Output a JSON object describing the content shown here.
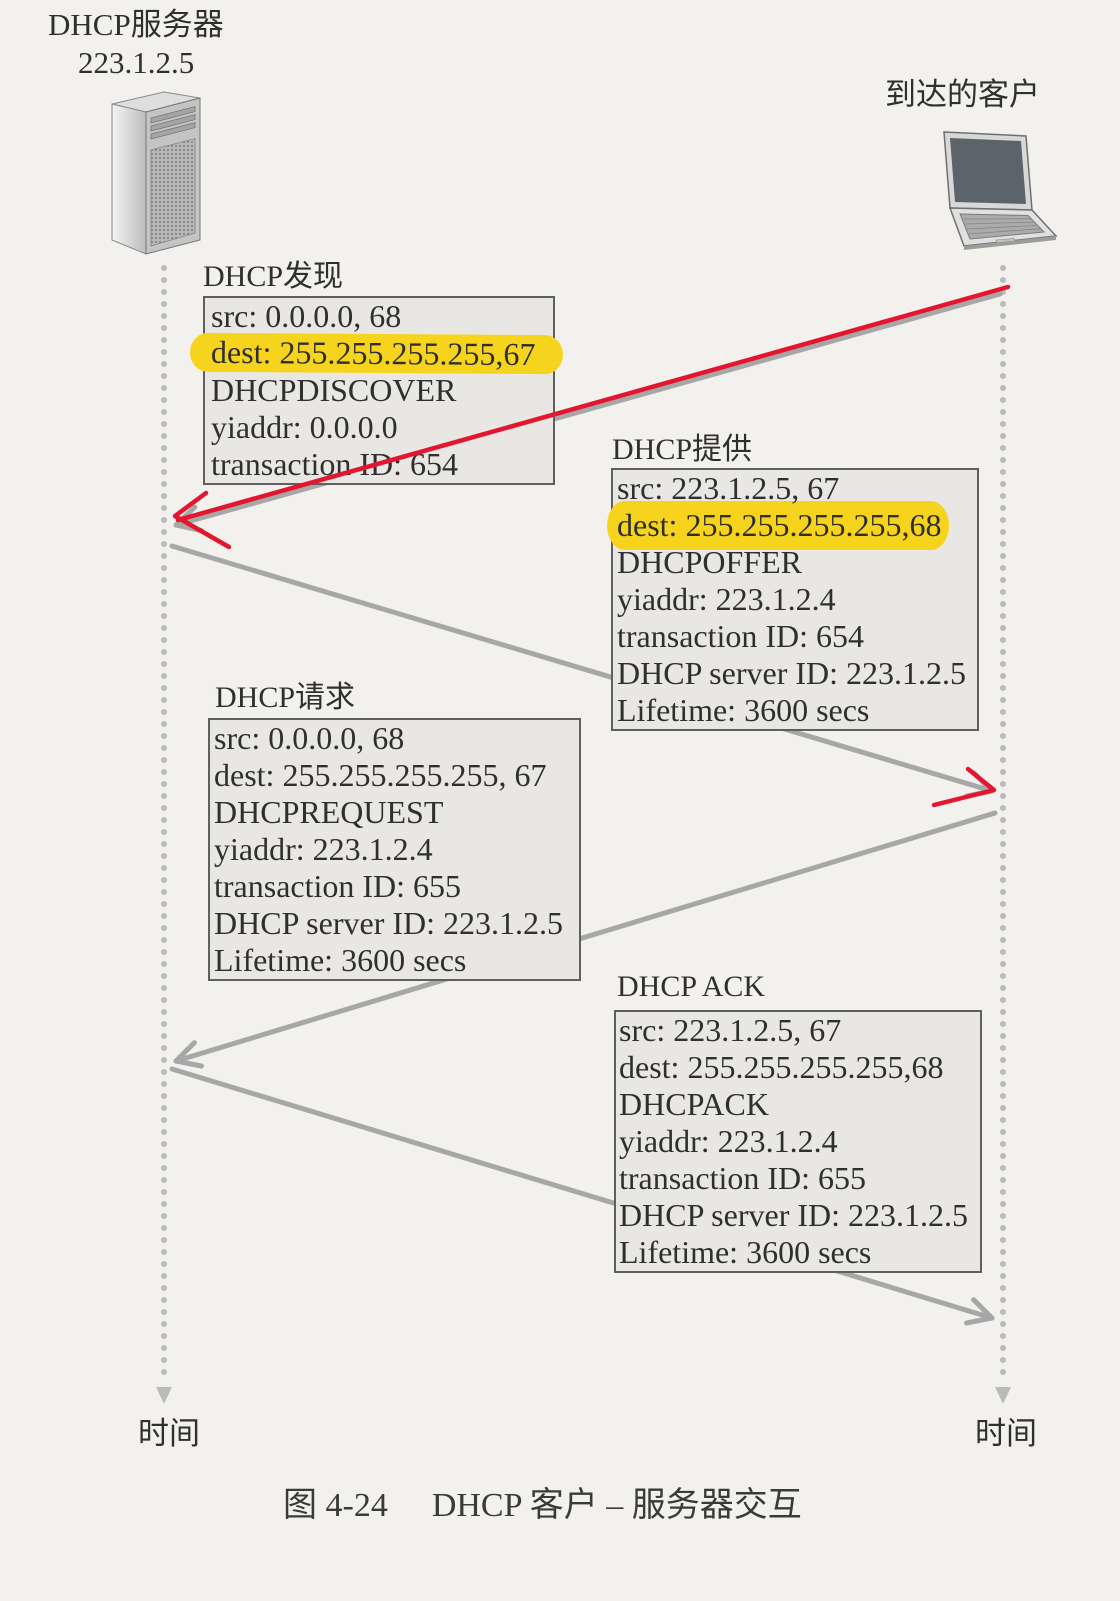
{
  "server": {
    "title": "DHCP服务器",
    "ip": "223.1.2.5",
    "icon": "server-tower-icon"
  },
  "client": {
    "title": "到达的客户",
    "icon": "laptop-icon"
  },
  "timelines": {
    "server_label": "时间",
    "client_label": "时间"
  },
  "messages": [
    {
      "title": "DHCP发现",
      "lines": [
        {
          "text": "src: 0.0.0.0, 68"
        },
        {
          "text": "dest: 255.255.255.255,67",
          "highlight": "#f6d41e"
        },
        {
          "text": "DHCPDISCOVER"
        },
        {
          "text": "yiaddr: 0.0.0.0"
        },
        {
          "text": "transaction ID: 654"
        }
      ]
    },
    {
      "title": "DHCP提供",
      "lines": [
        {
          "text": "src: 223.1.2.5, 67"
        },
        {
          "text": "dest: 255.255.255.255,68",
          "highlight": "#f6d41e"
        },
        {
          "text": "DHCPOFFER"
        },
        {
          "text": "yiaddr: 223.1.2.4"
        },
        {
          "text": "transaction ID: 654"
        },
        {
          "text": "DHCP server ID: 223.1.2.5"
        },
        {
          "text": "Lifetime: 3600 secs"
        }
      ]
    },
    {
      "title": "DHCP请求",
      "lines": [
        {
          "text": "src: 0.0.0.0, 68"
        },
        {
          "text": "dest: 255.255.255.255, 67"
        },
        {
          "text": "DHCPREQUEST"
        },
        {
          "text": "yiaddr: 223.1.2.4"
        },
        {
          "text": "transaction ID: 655"
        },
        {
          "text": "DHCP server ID: 223.1.2.5"
        },
        {
          "text": "Lifetime: 3600 secs"
        }
      ]
    },
    {
      "title": "DHCP ACK",
      "lines": [
        {
          "text": "src: 223.1.2.5, 67"
        },
        {
          "text": "dest: 255.255.255.255,68"
        },
        {
          "text": "DHCPACK"
        },
        {
          "text": "yiaddr: 223.1.2.4"
        },
        {
          "text": "transaction ID: 655"
        },
        {
          "text": "DHCP server ID: 223.1.2.5"
        },
        {
          "text": "Lifetime: 3600 secs"
        }
      ]
    }
  ],
  "caption": {
    "figure_number": "图 4-24",
    "title": "DHCP 客户 – 服务器交互"
  },
  "colors": {
    "page_background": "#f3f1ed",
    "box_fill": "#e9e7e3",
    "box_border": "#5f5f5f",
    "text": "#2f2f2f",
    "arrow_gray": "#a7a7a7",
    "timeline_gray": "#bababa",
    "annotation_red": "#e2162e"
  }
}
